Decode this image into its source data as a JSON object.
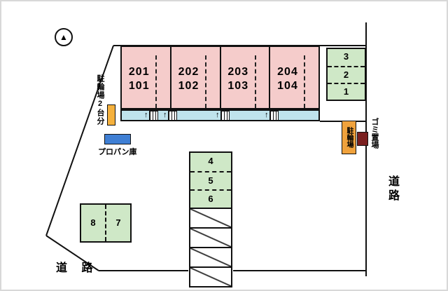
{
  "compass": {
    "symbol": "▲"
  },
  "icons": {
    "up_arrow": "↑"
  },
  "building": {
    "units": [
      {
        "upper": "201",
        "lower": "101"
      },
      {
        "upper": "202",
        "lower": "102"
      },
      {
        "upper": "203",
        "lower": "103"
      },
      {
        "upper": "204",
        "lower": "104"
      }
    ]
  },
  "parking": {
    "right": [
      "3",
      "2",
      "1"
    ],
    "middle": [
      "4",
      "5",
      "6"
    ],
    "middle_empty_slots": 4,
    "bottom": [
      "8",
      "7"
    ]
  },
  "facilities": {
    "bicycle_left": "駐輪場2台分",
    "propane": "プロパン庫",
    "bicycle_right": "駐輪場",
    "garbage": "ゴミ置場"
  },
  "roads": {
    "right": "道路",
    "bottom": "道 路"
  },
  "colors": {
    "building": "#f5cccb",
    "balcony": "#bfe3ec",
    "parking": "#cfe8c7",
    "propane": "#3f7fd4",
    "bicycle_box": "#f0a23c",
    "bicycle_small": "#f5b13d",
    "garbage_box": "#7a1f1f"
  }
}
